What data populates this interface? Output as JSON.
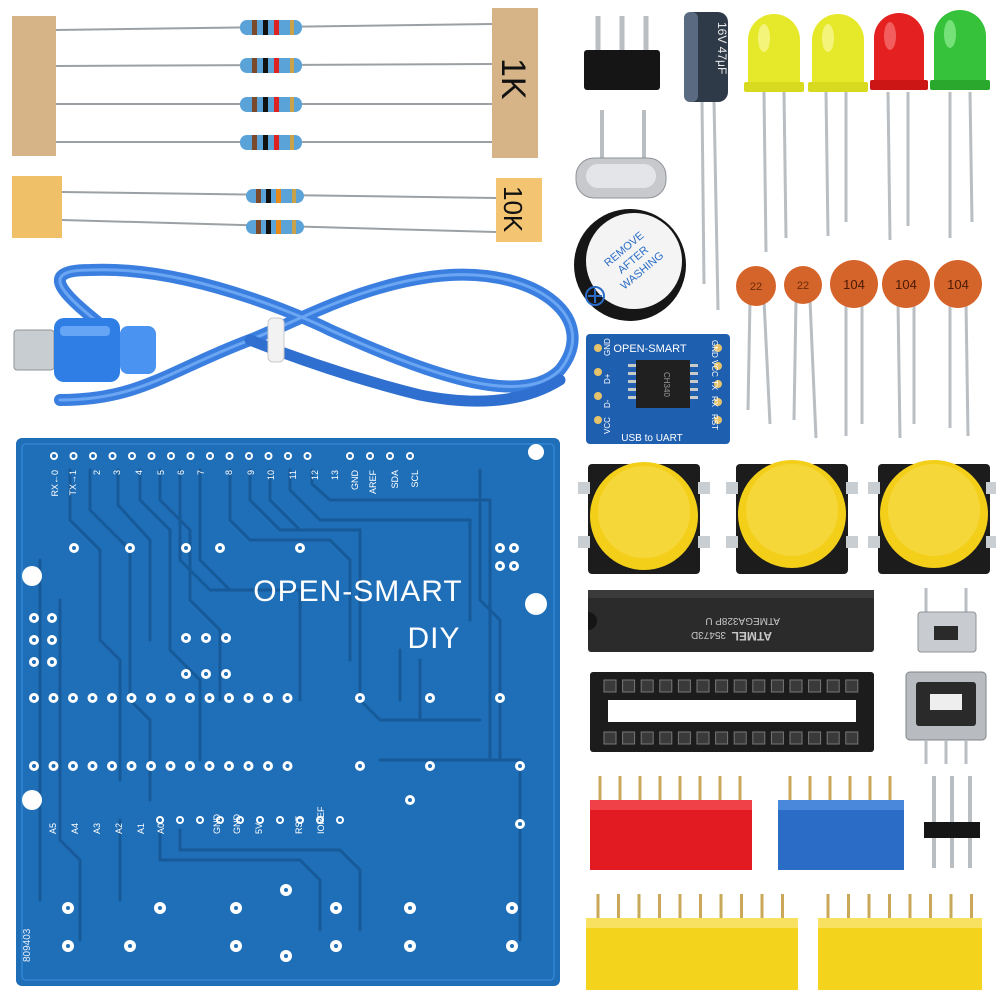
{
  "tape_labels": {
    "r1k": "1K",
    "r10k": "10K"
  },
  "capacitor": {
    "marking": "16V 47μF"
  },
  "buzzer": {
    "sticker_lines": [
      "REMOVE",
      "AFTER",
      "WASHING"
    ]
  },
  "ceramic_caps": {
    "small_value": "22",
    "large_value": "104"
  },
  "usb_uart": {
    "title": "OPEN-SMART",
    "bottom_label": "USB to UART",
    "left_pins": [
      "GND",
      "D+",
      "D-",
      "VCC"
    ],
    "right_pins": [
      "GND",
      "VCC",
      "TX",
      "RX",
      "RST"
    ],
    "chip_marking": "CH340"
  },
  "mcu": {
    "brand": "ATMEL",
    "part": "ATMEGA328P U",
    "date_code": "35473D"
  },
  "board": {
    "title": "OPEN-SMART",
    "subtitle": "DIY",
    "serial": "809403",
    "top_pins": [
      "RX←0",
      "TX→1",
      "2",
      "3",
      "4",
      "5",
      "6",
      "7",
      "8",
      "9",
      "10",
      "11",
      "12",
      "13",
      "GND",
      "AREF",
      "SDA",
      "SCL"
    ],
    "bottom_pins": [
      "A5",
      "A4",
      "A3",
      "A2",
      "A1",
      "A0",
      "GND",
      "GND",
      "5V",
      "RST",
      "IOREF"
    ]
  },
  "colors": {
    "pcb": "#1f6fb8",
    "pcb_dark": "#175a99",
    "cable": "#3a7fe0",
    "resistor_body": "#5aa3d9",
    "tape": "#d8b98a",
    "tape_10k": "#f0c068",
    "led_yellow": "#e6e82a",
    "led_red": "#e42020",
    "led_green": "#36c23a",
    "button_cap": "#f3cf1a",
    "ceramic": "#d4642a",
    "header_red": "#e21b23",
    "header_blue": "#2a6cc6",
    "header_yellow": "#f3d31c"
  }
}
